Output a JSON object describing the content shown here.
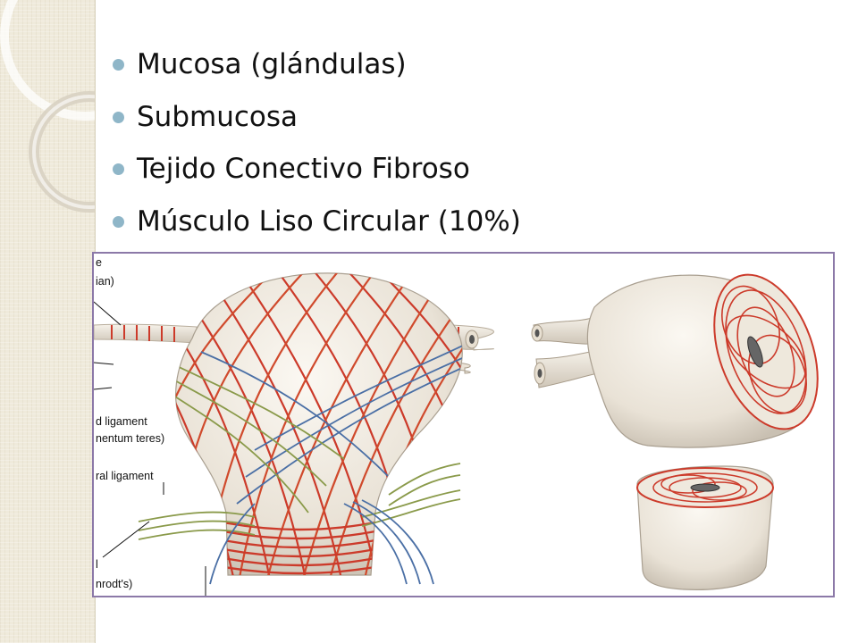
{
  "bullets": [
    "Mucosa (glándulas)",
    "Submucosa",
    "Tejido Conectivo Fibroso",
    "Músculo Liso Circular (10%)"
  ],
  "colors": {
    "side_panel": "#efeadb",
    "bullet": "#8fb6c8",
    "figure_border": "#8c79a8",
    "fiber_red": "#cc3a2a",
    "fiber_blue": "#4a6fa5",
    "fiber_green": "#8a9a4a",
    "organ_fill": "#ece6dc"
  },
  "figure": {
    "labels": [
      "e",
      "ian)",
      "d ligament",
      "nentum teres)",
      "ral ligament",
      "l",
      "nrodt's)"
    ]
  }
}
